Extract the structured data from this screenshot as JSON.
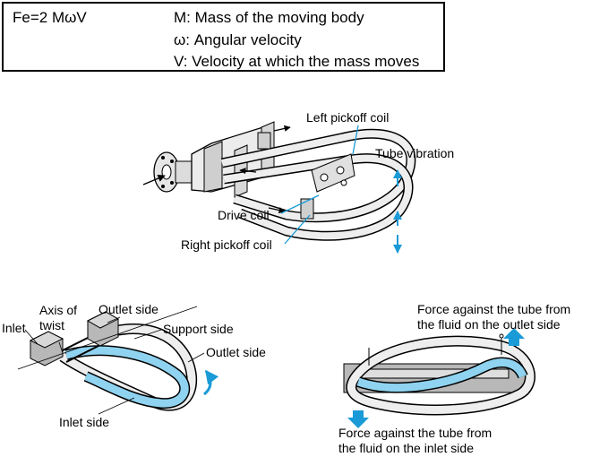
{
  "formula": {
    "equation": "Fe=2 MωV",
    "definitions": [
      "M: Mass of the moving body",
      "ω: Angular velocity",
      "V: Velocity at which the mass moves"
    ]
  },
  "top_diagram": {
    "left_pickoff_coil": "Left pickoff coil",
    "tube_vibration": "Tube vibration",
    "drive_coil": "Drive coil",
    "right_pickoff_coil": "Right pickoff coil"
  },
  "bottom_left_diagram": {
    "inlet": "Inlet",
    "axis_of_twist_line1": "Axis of",
    "axis_of_twist_line2": "twist",
    "outlet_side_top": "Outlet side",
    "support_side": "Support side",
    "outlet_side": "Outlet side",
    "inlet_side": "Inlet side"
  },
  "bottom_right_diagram": {
    "force_outlet_line1": "Force against the tube from",
    "force_outlet_line2": "the fluid on the outlet side",
    "force_inlet_line1": "Force against the tube from",
    "force_inlet_line2": "the fluid on the inlet side"
  },
  "colors": {
    "accent_blue": "#1a9ad6",
    "light_blue": "#8fd3f0",
    "tube_gray": "#e9e9e9",
    "block_gray": "#b8b8b8"
  }
}
